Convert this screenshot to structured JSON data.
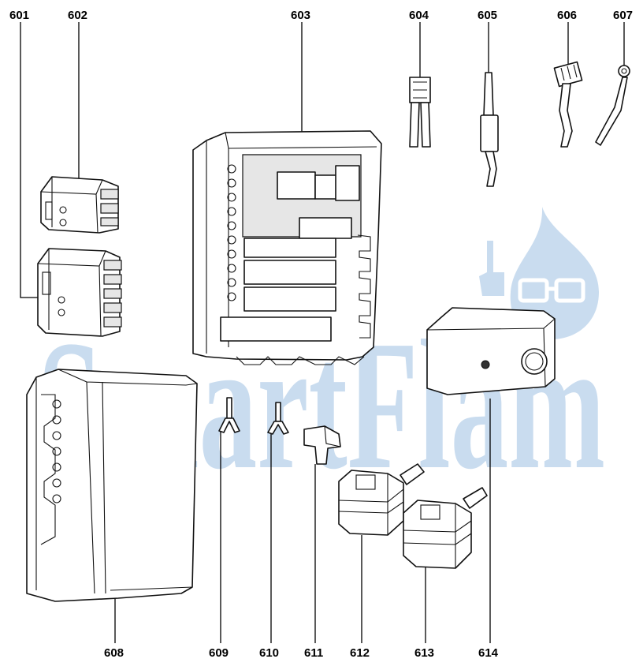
{
  "watermark": {
    "text": "SmartFlam",
    "color": "#c9dcef"
  },
  "parts": [
    {
      "id": "601",
      "icon": "connector-block-icon"
    },
    {
      "id": "602",
      "icon": "connector-block-small-icon"
    },
    {
      "id": "603",
      "icon": "control-board-icon"
    },
    {
      "id": "604",
      "icon": "cable-plug-icon"
    },
    {
      "id": "605",
      "icon": "sensor-probe-icon"
    },
    {
      "id": "606",
      "icon": "cable-connector-icon"
    },
    {
      "id": "607",
      "icon": "ground-wire-icon"
    },
    {
      "id": "608",
      "icon": "housing-cover-icon"
    },
    {
      "id": "609",
      "icon": "terminal-clip-icon"
    },
    {
      "id": "610",
      "icon": "terminal-clip-icon"
    },
    {
      "id": "611",
      "icon": "clip-icon"
    },
    {
      "id": "612",
      "icon": "valve-plug-icon"
    },
    {
      "id": "613",
      "icon": "valve-plug-icon"
    },
    {
      "id": "614",
      "icon": "reset-cover-icon"
    }
  ]
}
